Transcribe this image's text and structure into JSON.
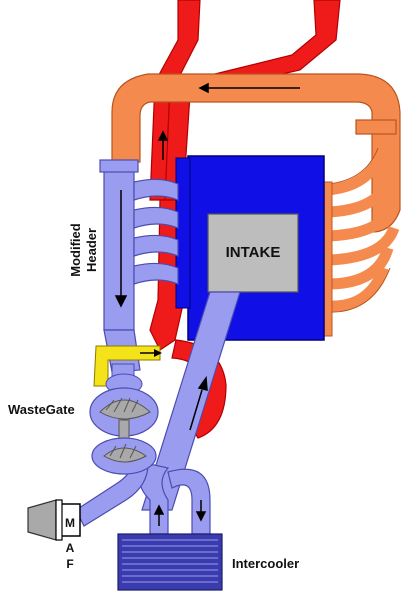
{
  "labels": {
    "intake": "INTAKE",
    "modified_header": "Modified Header",
    "modified": "Modified",
    "header": "Header",
    "wastegate": "WasteGate",
    "intercooler": "Intercooler",
    "maf_m": "M",
    "maf_a": "A",
    "maf_f": "F"
  },
  "colors": {
    "exhaust_red": "#ef1a1a",
    "header_orange": "#f58a4e",
    "header_stroke": "#b8551e",
    "intake_blue": "#1010e6",
    "manifold_gray": "#bdbdbd",
    "pipe_lavender": "#9a9cf0",
    "pipe_stroke": "#4c4cb0",
    "wastegate_yellow": "#f4e21a",
    "turbo_gray": "#a9a9a9",
    "intercooler_blue": "#3b3bb0"
  }
}
